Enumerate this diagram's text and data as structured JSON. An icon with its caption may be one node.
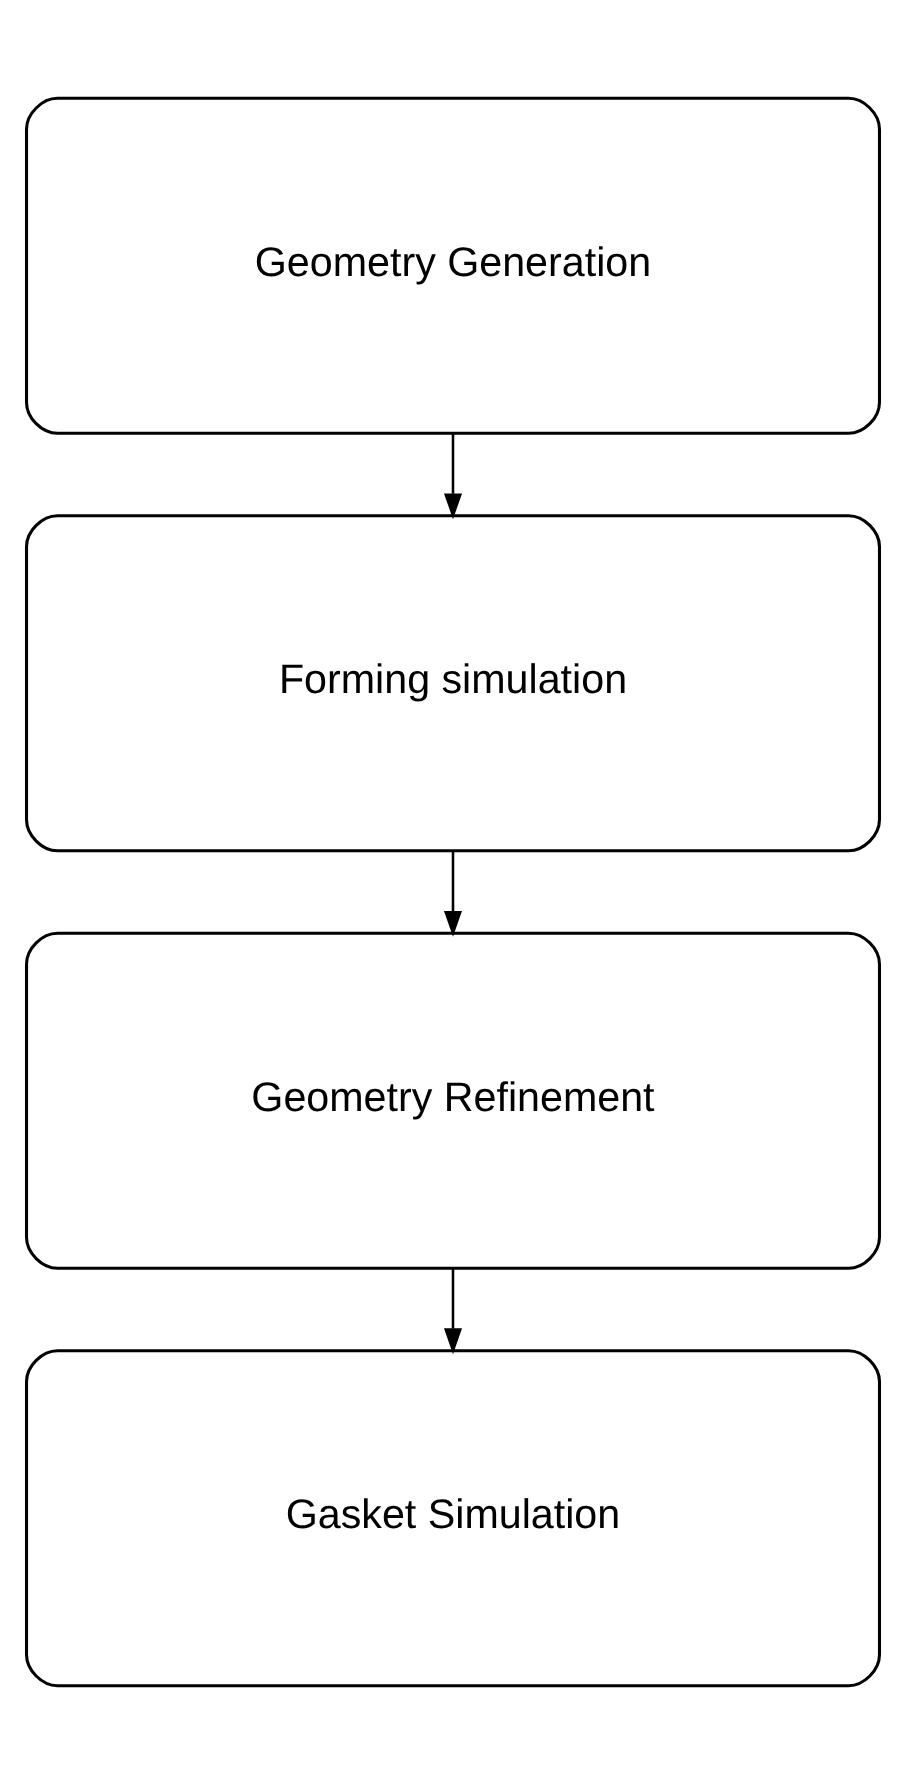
{
  "diagram": {
    "nodes": [
      {
        "text": [
          "Geometry Generation"
        ]
      },
      {
        "text": [
          "Forming simulation"
        ]
      },
      {
        "text": [
          "Geometry Refinement"
        ]
      },
      {
        "text": [
          "Gasket Simulation"
        ]
      }
    ],
    "edges": [
      {
        "from": 0,
        "to": 1,
        "arrow": "to"
      },
      {
        "from": 1,
        "to": 2,
        "arrow": "to"
      },
      {
        "from": 2,
        "to": 3,
        "arrow": "to"
      }
    ]
  }
}
